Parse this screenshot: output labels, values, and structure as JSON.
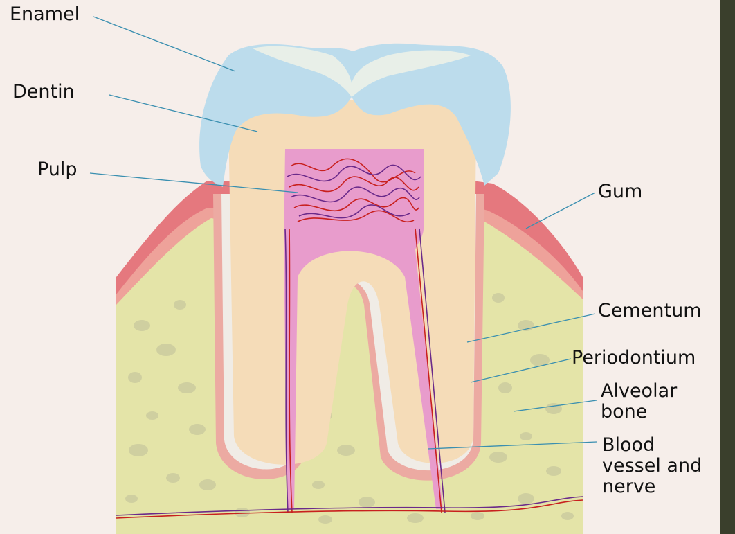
{
  "diagram": {
    "labels": {
      "enamel": "Enamel",
      "dentin": "Dentin",
      "pulp": "Pulp",
      "gum": "Gum",
      "cementum": "Cementum",
      "periodontium": "Periodontium",
      "alveolar_bone": "Alveolar\nbone",
      "blood_vessel": "Blood\nvessel and\nnerve"
    },
    "colors": {
      "background": "#f6eeea",
      "enamel": "#bcdcec",
      "dentin": "#f5dcb8",
      "pulp": "#e89ccc",
      "gum": "#e5787e",
      "bone": "#e4e4a8",
      "cementum": "#f0ece6",
      "periodontium": "#ecaaa2",
      "vessel_red": "#c8201e",
      "vessel_purple": "#6a2a8a",
      "leader_line": "#3a8fb0",
      "dark_edge": "#3a3f2c"
    }
  }
}
